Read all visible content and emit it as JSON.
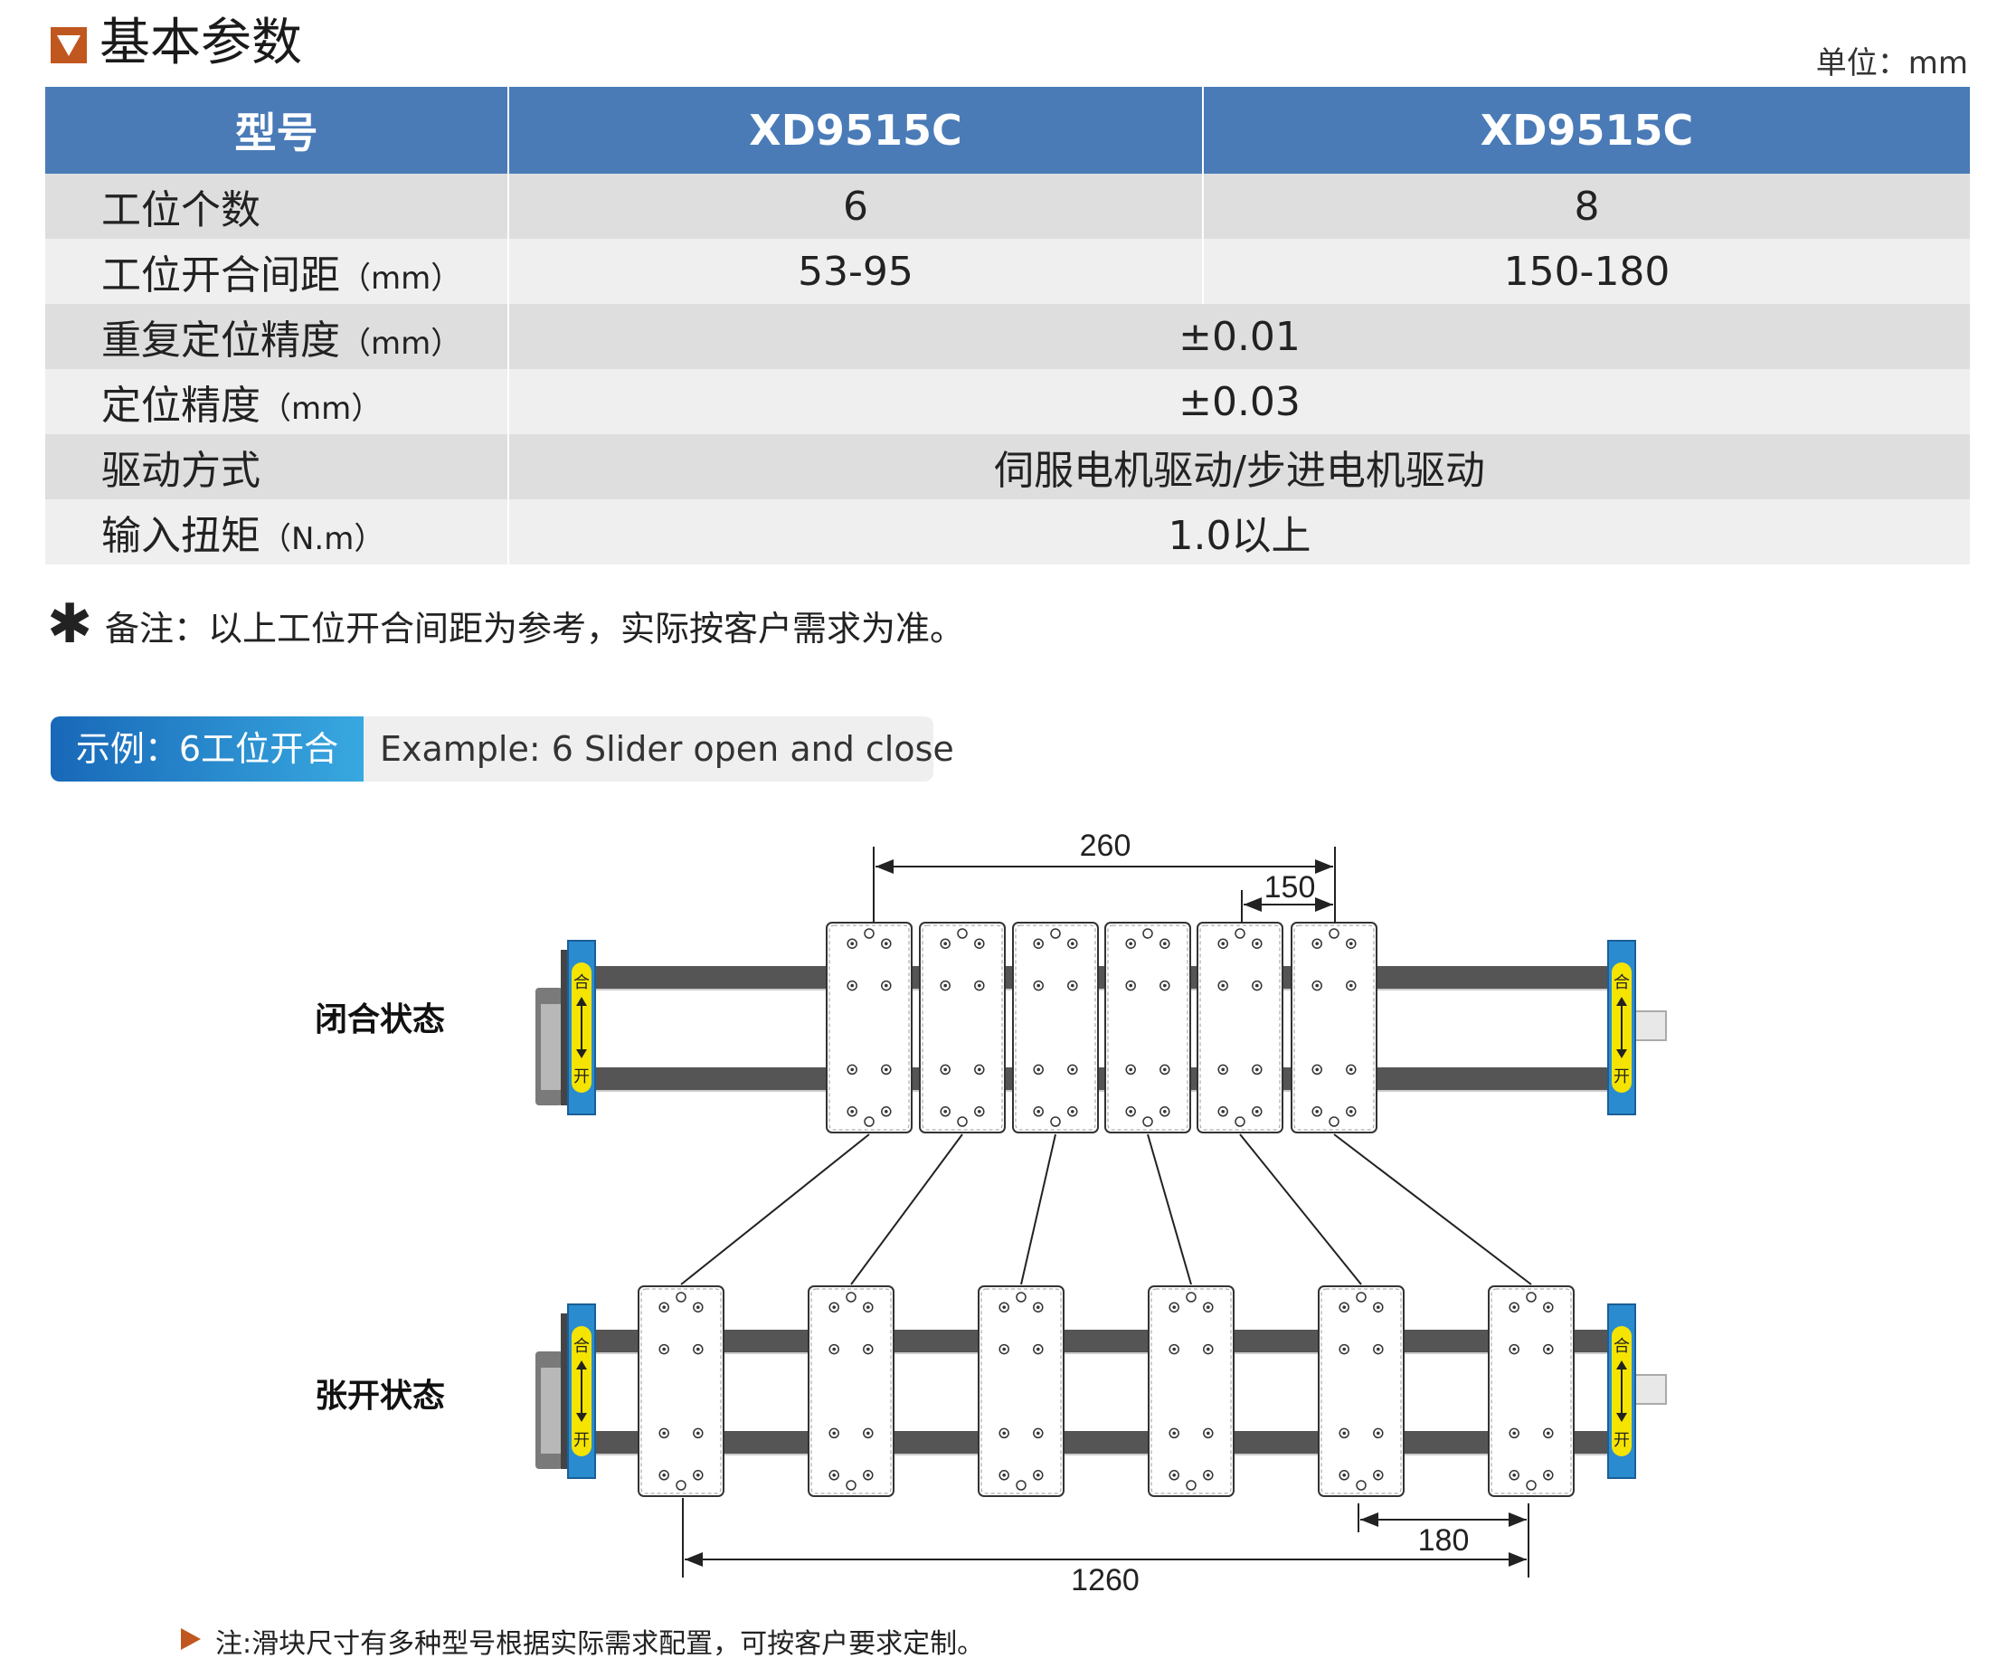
{
  "section": {
    "title": "基本参数",
    "unit": "单位：mm"
  },
  "table": {
    "headers": [
      "型号",
      "XD9515C",
      "XD9515C"
    ],
    "rows": [
      {
        "label": "工位个数",
        "unit": "",
        "values": [
          "6",
          "8"
        ]
      },
      {
        "label": "工位开合间距",
        "unit": "（mm）",
        "values": [
          "53-95",
          "150-180"
        ]
      },
      {
        "label": "重复定位精度",
        "unit": "（mm）",
        "values": [
          "±0.01"
        ]
      },
      {
        "label": "定位精度",
        "unit": "（mm）",
        "values": [
          "±0.03"
        ]
      },
      {
        "label": "驱动方式",
        "unit": "",
        "values": [
          "伺服电机驱动/步进电机驱动"
        ]
      },
      {
        "label": "输入扭矩",
        "unit": "（N.m）",
        "values": [
          "1.0以上"
        ]
      }
    ]
  },
  "note": {
    "text": "备注：以上工位开合间距为参考，实际按客户需求为准。"
  },
  "example": {
    "label_cn": "示例：6工位开合",
    "label_en": "Example: 6 Slider open and close"
  },
  "diagram": {
    "closed_label": "闭合状态",
    "open_label": "张开状态",
    "dim_closed_total": "260",
    "dim_closed_pitch": "150",
    "dim_open_pitch": "180",
    "dim_open_total": "1260",
    "end_label_close": "合",
    "end_label_open": "开",
    "slider_count": 6
  },
  "bottom_note": {
    "text": "注:滑块尺寸有多种型号根据实际需求配置，可按客户要求定制。"
  },
  "colors": {
    "header_blue": "#4a7bb7",
    "accent_orange": "#c0571f",
    "end_block_blue": "#2a8ccf",
    "end_label_yellow": "#f5e400"
  }
}
